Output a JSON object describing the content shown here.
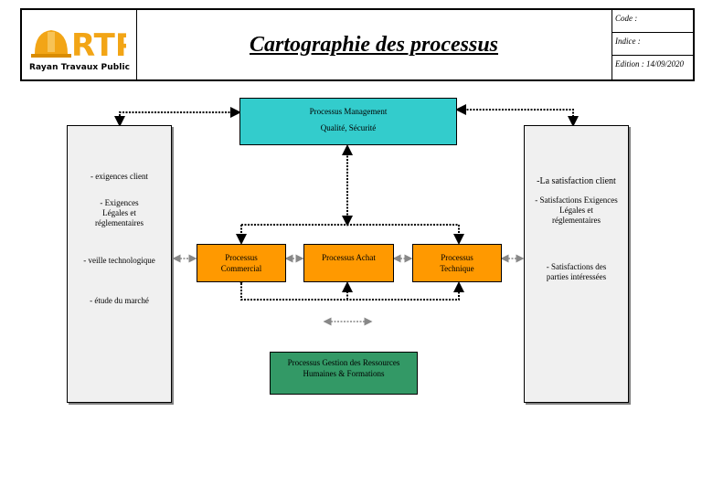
{
  "header": {
    "logo_letters": "RTP",
    "company_name": "Rayan Travaux Public",
    "title": "Cartographie des processus",
    "code_label": "Code :",
    "indice_label": "Indice :",
    "edition_label": "Edition : 14/09/2020"
  },
  "diagram": {
    "management": {
      "line1": "Processus Management",
      "line2": "Qualité, Sécurité"
    },
    "commercial": {
      "line1": "Processus",
      "line2": "Commercial"
    },
    "achat": {
      "line1": "Processus Achat"
    },
    "technique": {
      "line1": "Processus",
      "line2": "Technique"
    },
    "rh": {
      "line1": "Processus Gestion des Ressources",
      "line2": "Humaines & Formations"
    },
    "left_inputs": {
      "item1": "- exigences client",
      "item2_a": "- Exigences",
      "item2_b": "Légales et",
      "item2_c": "réglementaires",
      "item3": "- veille technologique",
      "item4": "- étude du marché"
    },
    "right_outputs": {
      "item1": "-La satisfaction client",
      "item2_a": "- Satisfactions Exigences",
      "item2_b": "Légales et",
      "item2_c": "réglementaires",
      "item3_a": "- Satisfactions des",
      "item3_b": "parties intéressées"
    }
  },
  "colors": {
    "management": "#33cccc",
    "process": "#ff9900",
    "rh": "#339966",
    "side_panel": "#f0f0f0"
  }
}
